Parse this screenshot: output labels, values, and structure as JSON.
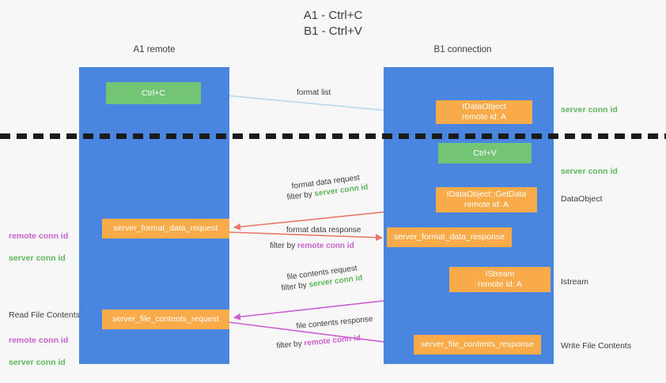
{
  "title": "A1 - Ctrl+C\nB1 - Ctrl+V",
  "columns": {
    "left": {
      "name": "A1",
      "role": "remote",
      "label": "A1\nremote"
    },
    "right": {
      "name": "B1",
      "role": "connection",
      "label": "B1\nconnection"
    }
  },
  "nodes": {
    "ctrl_c": "Ctrl+C",
    "ctrl_v": "Ctrl+V",
    "idataobject": "IDataObject\nremote id: A",
    "getdata": "IDataObject::GetData\nremote id: A",
    "istream": "IStream\nremote id: A",
    "server_format_data_request": "server_format_data_request",
    "server_format_data_response": "server_format_data_response",
    "server_file_contents_request": "server_file_contents_request",
    "server_file_contents_response": "server_file_contents_response"
  },
  "edges": {
    "format_list": "format list",
    "format_data_request": "format data request",
    "format_data_request_filter_prefix": "filter by ",
    "format_data_request_filter_value": "server conn id",
    "format_data_response": "format data response",
    "format_data_response_filter_prefix": "filter by ",
    "format_data_response_filter_value": "remote conn id",
    "file_contents_request": "file contents request",
    "file_contents_request_filter_prefix": "filter by ",
    "file_contents_request_filter_value": "server conn id",
    "file_contents_response": "file contents response",
    "file_contents_response_filter_prefix": "filter by ",
    "file_contents_response_filter_value": "remote conn id"
  },
  "annotations": {
    "server_conn_id_top": "server conn id",
    "server_conn_id_second": "server conn id",
    "dataobject": "DataObject",
    "istream": "Istream",
    "write_file_contents": "Write File Contents",
    "read_file_contents": "Read File Contents",
    "remote_conn_id": "remote conn id",
    "server_conn_id": "server conn id"
  },
  "colors": {
    "lane": "#4a86e0",
    "green_node": "#74c476",
    "orange_node": "#f9ab49",
    "server_conn_id": "#5cb85c",
    "remote_conn_id": "#cc5fd0",
    "format_arrow": "#e8776a",
    "file_arrow": "#cc5fd0",
    "format_list_arrow": "#b8d8f0",
    "black_arrow": "#1a1a1a",
    "background": "#f7f7f7"
  }
}
